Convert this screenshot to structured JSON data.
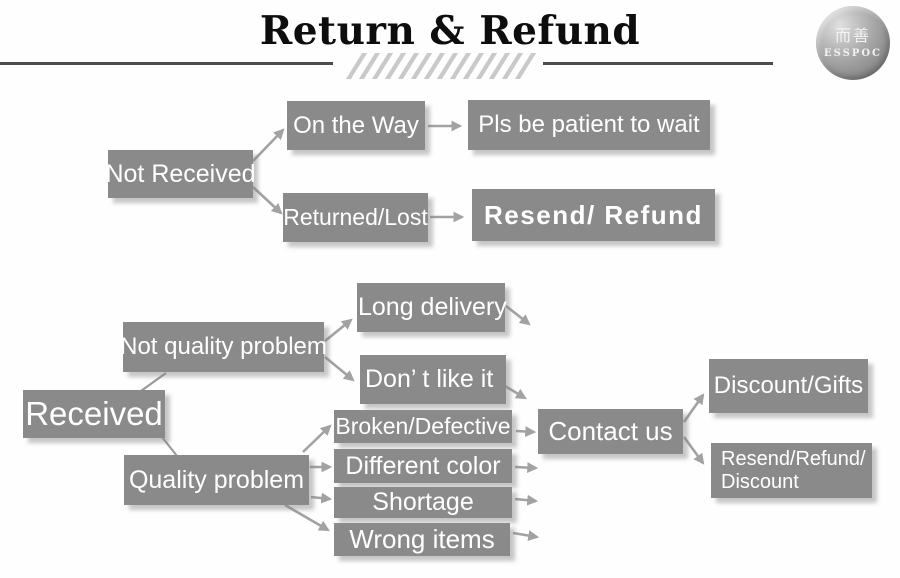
{
  "header": {
    "title": "Return & Refund",
    "logo_cn": "而善",
    "logo_en": "ESSPOC"
  },
  "colors": {
    "box": "#8a8a8a",
    "box_text": "#ffffff",
    "arrow": "#a2a2a2",
    "rule": "#4d4d4d",
    "hatch": "#c9c9c9",
    "title_text": "#0d0d0d"
  },
  "nodes": {
    "not_received": {
      "label": "Not Received"
    },
    "on_the_way": {
      "label": "On the Way"
    },
    "returned_lost": {
      "label": "Returned/Lost"
    },
    "pls_wait": {
      "label": "Pls be patient to wait"
    },
    "resend_refund": {
      "label": "Resend/ Refund"
    },
    "received": {
      "label": "Received"
    },
    "not_quality_problem": {
      "label": "Not quality problem"
    },
    "quality_problem": {
      "label": "Quality problem"
    },
    "long_delivery": {
      "label": "Long delivery"
    },
    "dont_like_it": {
      "label": "Don’ t like it"
    },
    "broken_defective": {
      "label": "Broken/Defective"
    },
    "different_color": {
      "label": "Different color"
    },
    "shortage": {
      "label": "Shortage"
    },
    "wrong_items": {
      "label": "Wrong items"
    },
    "contact_us": {
      "label": "Contact us"
    },
    "discount_gifts": {
      "label": "Discount/Gifts"
    },
    "resend_refund_discount": {
      "label": "Resend/Refund/",
      "label2": "Discount"
    }
  },
  "edges": [
    {
      "from": "Not Received",
      "to": "On the Way"
    },
    {
      "from": "Not Received",
      "to": "Returned/Lost"
    },
    {
      "from": "On the Way",
      "to": "Pls be patient to wait"
    },
    {
      "from": "Returned/Lost",
      "to": "Resend/ Refund"
    },
    {
      "from": "Received",
      "to": "Not quality problem"
    },
    {
      "from": "Received",
      "to": "Quality problem"
    },
    {
      "from": "Not quality problem",
      "to": "Long delivery"
    },
    {
      "from": "Not quality problem",
      "to": "Don’ t like it"
    },
    {
      "from": "Long delivery",
      "to": "Contact us"
    },
    {
      "from": "Don’ t like it",
      "to": "Contact us"
    },
    {
      "from": "Quality problem",
      "to": "Broken/Defective"
    },
    {
      "from": "Quality problem",
      "to": "Different color"
    },
    {
      "from": "Quality problem",
      "to": "Shortage"
    },
    {
      "from": "Quality problem",
      "to": "Wrong items"
    },
    {
      "from": "Broken/Defective",
      "to": "Contact us"
    },
    {
      "from": "Different color",
      "to": "Contact us"
    },
    {
      "from": "Shortage",
      "to": "Contact us"
    },
    {
      "from": "Wrong items",
      "to": "Contact us"
    },
    {
      "from": "Contact us",
      "to": "Discount/Gifts"
    },
    {
      "from": "Contact us",
      "to": "Resend/Refund/Discount"
    }
  ]
}
